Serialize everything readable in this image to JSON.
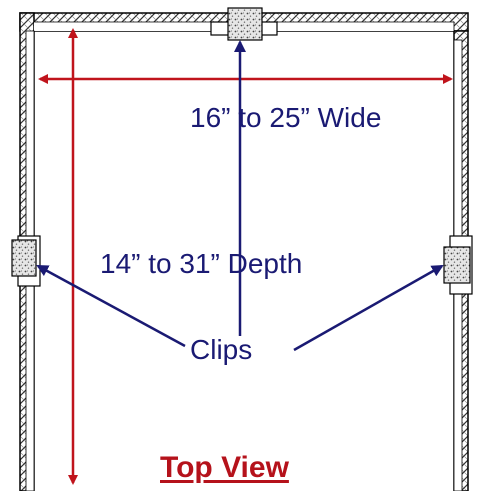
{
  "labels": {
    "width": "16” to 25” Wide",
    "depth": "14” to 31” Depth",
    "clips": "Clips",
    "view": "Top View"
  },
  "colors": {
    "dimension_arrow": "#c0141c",
    "pointer_arrow": "#1a1a73",
    "label_text": "#1a1a73",
    "title_text": "#b5121b",
    "frame_outline": "#000000",
    "frame_fill": "#ffffff",
    "clip_fill": "#d9d9d9"
  }
}
